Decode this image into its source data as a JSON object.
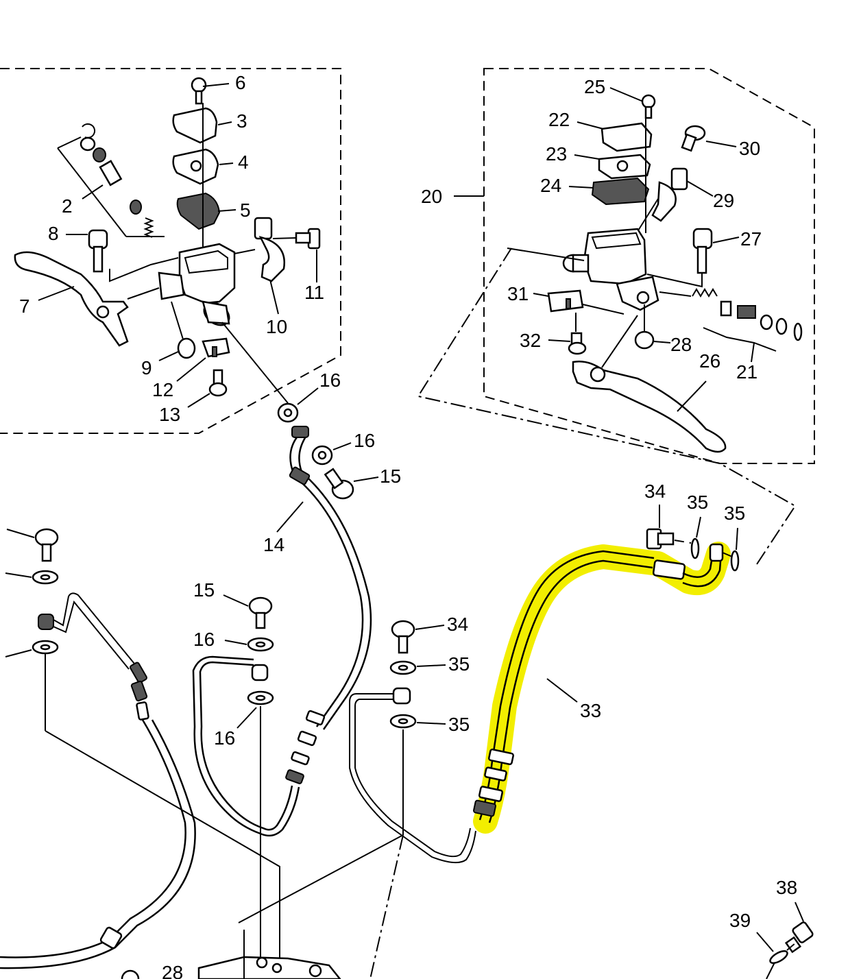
{
  "colors": {
    "highlight": "#f2ee00",
    "ink": "#000000",
    "background": "#ffffff"
  },
  "labels": [
    {
      "id": "l6",
      "text": "6"
    },
    {
      "id": "l3",
      "text": "3"
    },
    {
      "id": "l4",
      "text": "4"
    },
    {
      "id": "l5",
      "text": "5"
    },
    {
      "id": "l2",
      "text": "2"
    },
    {
      "id": "l8",
      "text": "8"
    },
    {
      "id": "l7",
      "text": "7"
    },
    {
      "id": "l11",
      "text": "11"
    },
    {
      "id": "l10",
      "text": "10"
    },
    {
      "id": "l9",
      "text": "9"
    },
    {
      "id": "l12",
      "text": "12"
    },
    {
      "id": "l13",
      "text": "13"
    },
    {
      "id": "l16a",
      "text": "16"
    },
    {
      "id": "l16b",
      "text": "16"
    },
    {
      "id": "l15a",
      "text": "15"
    },
    {
      "id": "l14",
      "text": "14"
    },
    {
      "id": "l25",
      "text": "25"
    },
    {
      "id": "l22",
      "text": "22"
    },
    {
      "id": "l30",
      "text": "30"
    },
    {
      "id": "l23",
      "text": "23"
    },
    {
      "id": "l20",
      "text": "20"
    },
    {
      "id": "l24",
      "text": "24"
    },
    {
      "id": "l29",
      "text": "29"
    },
    {
      "id": "l27",
      "text": "27"
    },
    {
      "id": "l31",
      "text": "31"
    },
    {
      "id": "l32",
      "text": "32"
    },
    {
      "id": "l28a",
      "text": "28"
    },
    {
      "id": "l26",
      "text": "26"
    },
    {
      "id": "l21",
      "text": "21"
    },
    {
      "id": "l34a",
      "text": "34"
    },
    {
      "id": "l35a",
      "text": "35"
    },
    {
      "id": "l35b",
      "text": "35"
    },
    {
      "id": "l15b",
      "text": "15"
    },
    {
      "id": "l16c",
      "text": "16"
    },
    {
      "id": "l16d",
      "text": "16"
    },
    {
      "id": "l34b",
      "text": "34"
    },
    {
      "id": "l35c",
      "text": "35"
    },
    {
      "id": "l35d",
      "text": "35"
    },
    {
      "id": "l33",
      "text": "33"
    },
    {
      "id": "l38",
      "text": "38"
    },
    {
      "id": "l39",
      "text": "39"
    },
    {
      "id": "l28b",
      "text": "28"
    }
  ]
}
